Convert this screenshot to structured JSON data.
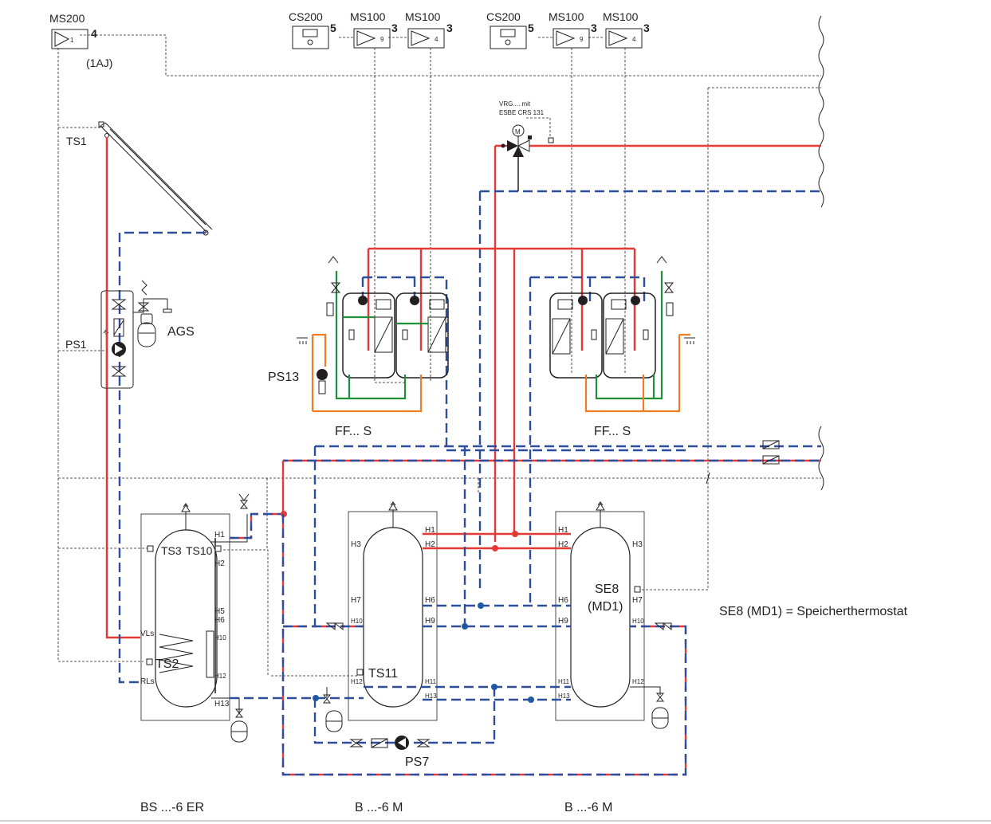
{
  "modules": {
    "ms200": {
      "name": "MS200",
      "index": "1",
      "address": "4",
      "code": "(1AJ)"
    },
    "cs200_a": {
      "name": "CS200",
      "address": "5"
    },
    "ms100_a1": {
      "name": "MS100",
      "index": "9",
      "address": "3"
    },
    "ms100_a2": {
      "name": "MS100",
      "index": "4",
      "address": "3"
    },
    "cs200_b": {
      "name": "CS200",
      "address": "5"
    },
    "ms100_b1": {
      "name": "MS100",
      "index": "9",
      "address": "3"
    },
    "ms100_b2": {
      "name": "MS100",
      "index": "4",
      "address": "3"
    }
  },
  "valve_note": {
    "line1": "VRG.... mit",
    "line2": "ESBE CRS 131",
    "motor": "M"
  },
  "sensors": {
    "ts1": "TS1",
    "ps1": "PS1",
    "ags": "AGS",
    "ps13": "PS13",
    "ts3": "TS3",
    "ts10": "TS10",
    "ts2": "TS2",
    "ts11": "TS11",
    "ps7": "PS7",
    "se8": "SE8",
    "md1": "(MD1)"
  },
  "stations": {
    "left": "FF... S",
    "right": "FF... S"
  },
  "tank_ports": {
    "bs": {
      "h1": "H1",
      "h2": "H2",
      "h5": "H5",
      "h6": "H6",
      "h10": "H10",
      "h12": "H12",
      "h13": "H13",
      "vls": "VLs",
      "rls": "RLs"
    },
    "b1": {
      "h1": "H1",
      "h2": "H2",
      "h3": "H3",
      "h7": "H7",
      "h6": "H6",
      "h10": "H10",
      "h9": "H9",
      "h12": "H12",
      "h11": "H11",
      "h13": "H13"
    },
    "b2": {
      "h1": "H1",
      "h2": "H2",
      "h3": "H3",
      "h6": "H6",
      "h7": "H7",
      "h9": "H9",
      "h10": "H10",
      "h11": "H11",
      "h13": "H13",
      "h12": "H12"
    }
  },
  "tank_names": {
    "bs": "BS ...-6 ER",
    "b1": "B ...-6 M",
    "b2": "B ...-6 M"
  },
  "legend": "SE8 (MD1) = Speicherthermostat",
  "colors": {
    "flow": "#e53935",
    "return": "#2e4d9b",
    "cold_water": "#1f8f3a",
    "hot_water": "#ef7d22",
    "control": "#231f20"
  }
}
